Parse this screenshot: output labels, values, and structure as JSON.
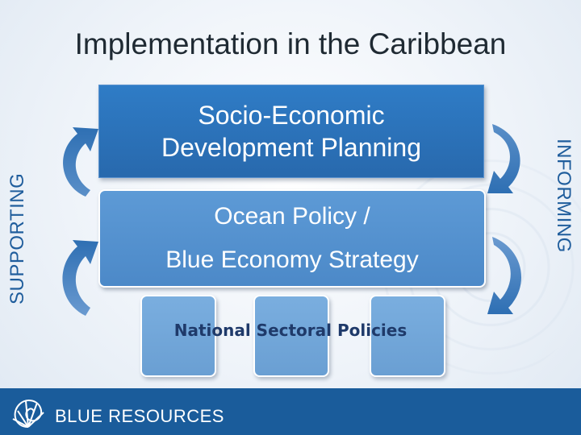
{
  "title": "Implementation in the Caribbean",
  "side_left": "SUPPORTING",
  "side_right": "INFORMING",
  "top_box": {
    "line1": "Socio-Economic",
    "line2": "Development Planning"
  },
  "middle_box": {
    "line1": "Ocean Policy /",
    "line2": "Blue Economy Strategy"
  },
  "pillars_label": "National Sectoral Policies",
  "footer": {
    "logo_text": "BLUE RESOURCES"
  },
  "colors": {
    "top_box": "#2a70b5",
    "middle_box": "#5592cf",
    "pillars": "#72a7da",
    "footer": "#1a5c9b",
    "side_text": "#1f5d9c"
  },
  "icons": [
    "curved-arrow-icon",
    "shell-logo-icon"
  ]
}
